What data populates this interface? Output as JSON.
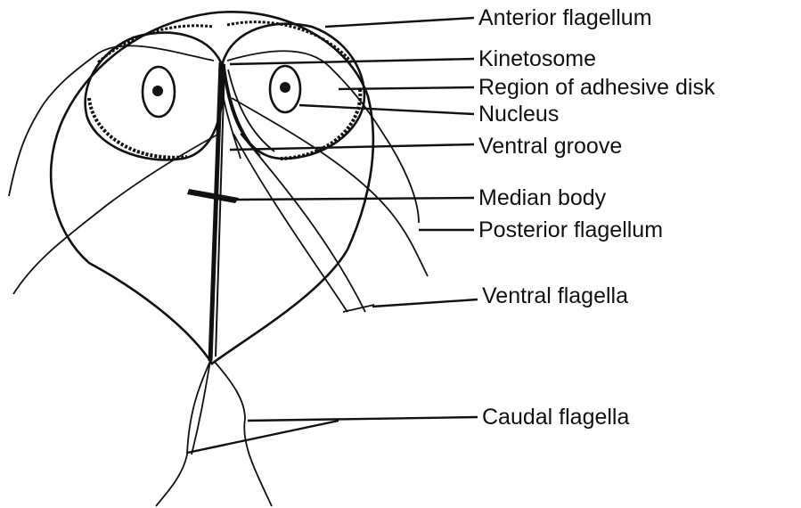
{
  "diagram": {
    "colors": {
      "ink": "#111111",
      "stipple": "#6a6a6a",
      "background": "#ffffff"
    },
    "labels": {
      "anterior_flagellum": "Anterior flagellum",
      "kinetosome": "Kinetosome",
      "adhesive_disk": "Region of adhesive disk",
      "nucleus": "Nucleus",
      "ventral_groove": "Ventral groove",
      "median_body": "Median body",
      "posterior_flagellum": "Posterior flagellum",
      "ventral_flagella": "Ventral flagella",
      "caudal_flagella": "Caudal flagella"
    }
  }
}
